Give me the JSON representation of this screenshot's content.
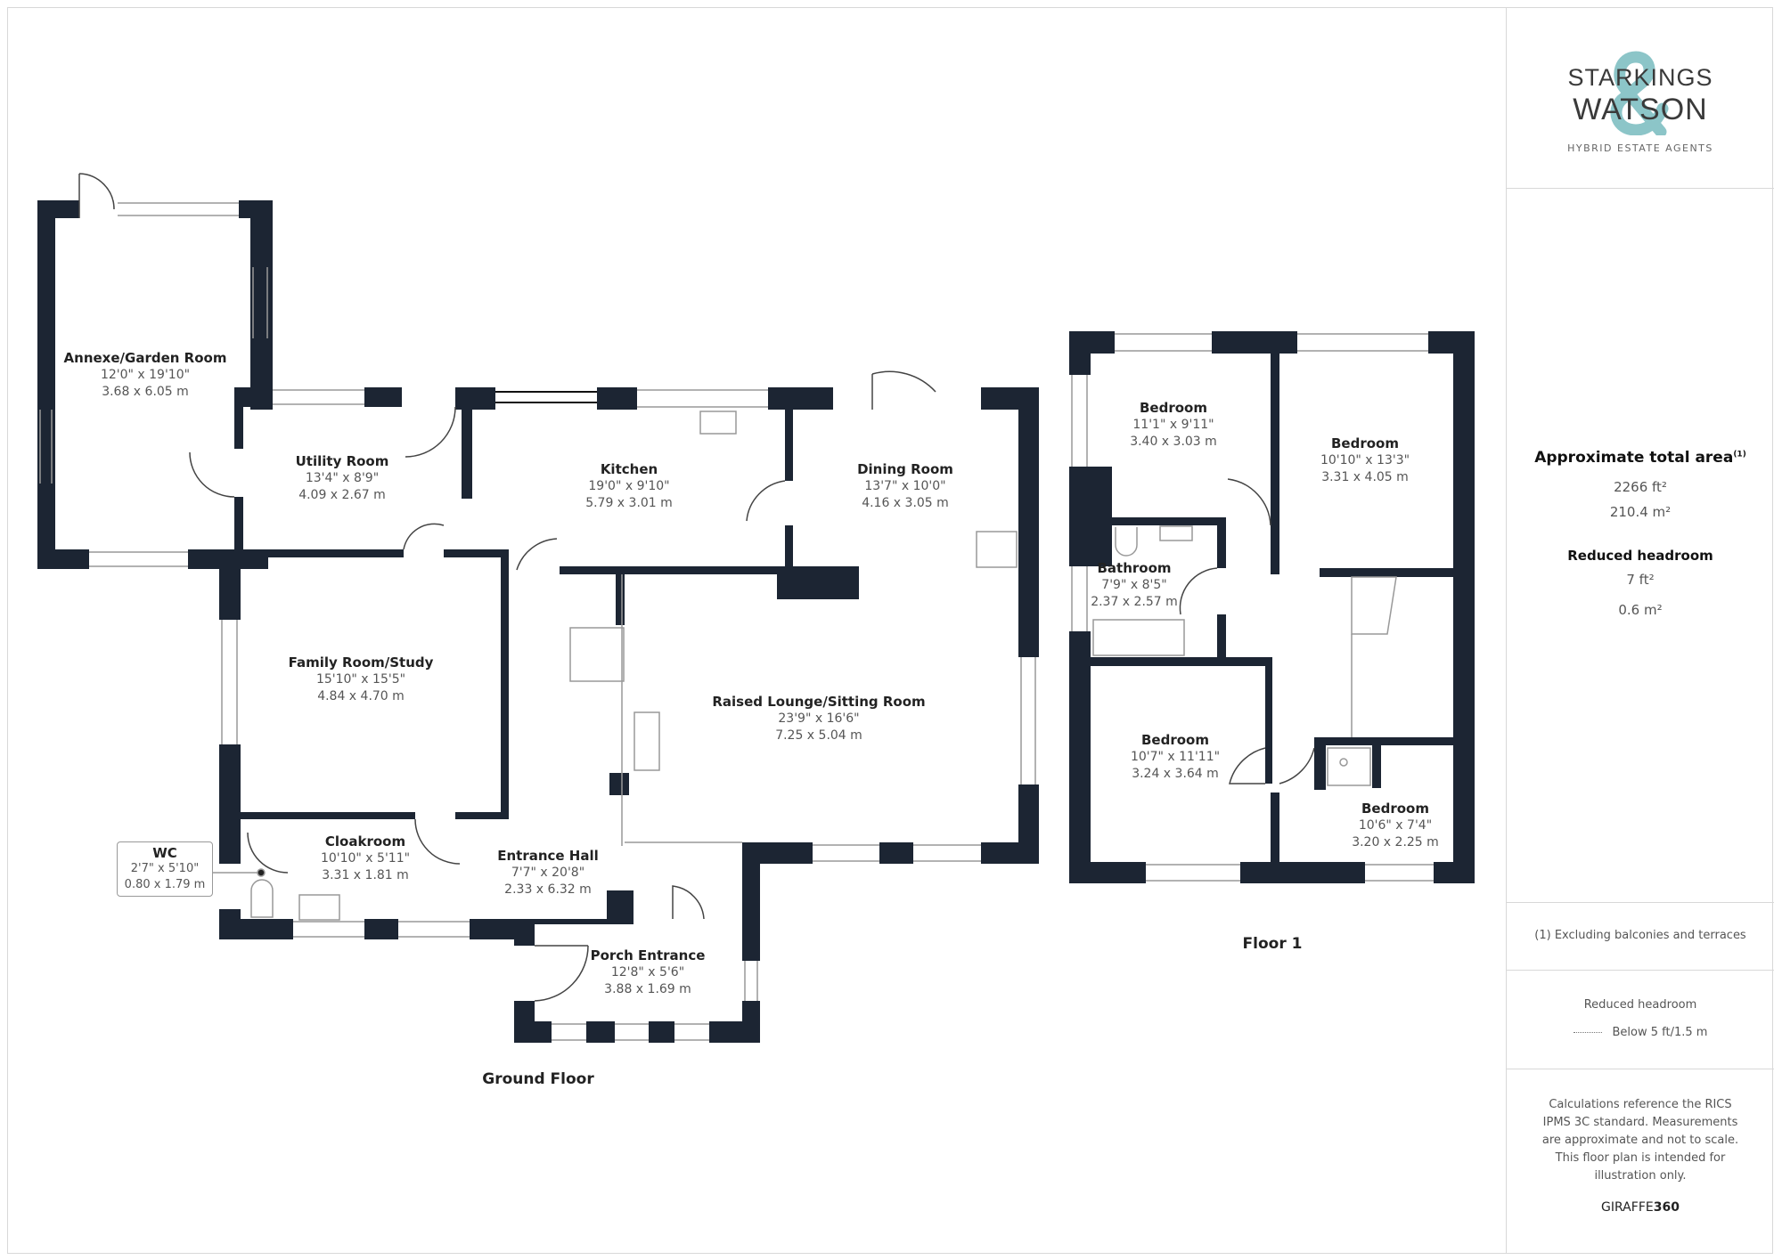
{
  "logo": {
    "line1": "STARKINGS",
    "line2": "WATSON",
    "ampersand": "&",
    "tagline": "HYBRID ESTATE AGENTS",
    "accent_color": "#8cc5c8"
  },
  "colors": {
    "wall": "#1c2533"
  },
  "ground_floor": {
    "title": "Ground Floor",
    "rooms": [
      {
        "name": "Annexe/Garden Room",
        "imperial": "12'0\" x 19'10\"",
        "metric": "3.68 x 6.05 m"
      },
      {
        "name": "Utility Room",
        "imperial": "13'4\" x 8'9\"",
        "metric": "4.09 x 2.67 m"
      },
      {
        "name": "Kitchen",
        "imperial": "19'0\" x 9'10\"",
        "metric": "5.79 x 3.01 m"
      },
      {
        "name": "Dining Room",
        "imperial": "13'7\" x 10'0\"",
        "metric": "4.16 x 3.05 m"
      },
      {
        "name": "Family Room/Study",
        "imperial": "15'10\" x 15'5\"",
        "metric": "4.84 x 4.70 m"
      },
      {
        "name": "Raised Lounge/Sitting Room",
        "imperial": "23'9\" x 16'6\"",
        "metric": "7.25 x 5.04 m"
      },
      {
        "name": "Cloakroom",
        "imperial": "10'10\" x 5'11\"",
        "metric": "3.31 x 1.81 m"
      },
      {
        "name": "Entrance Hall",
        "imperial": "7'7\" x 20'8\"",
        "metric": "2.33 x 6.32 m"
      },
      {
        "name": "Porch Entrance",
        "imperial": "12'8\" x 5'6\"",
        "metric": "3.88 x 1.69 m"
      },
      {
        "name": "WC",
        "imperial": "2'7\" x 5'10\"",
        "metric": "0.80 x 1.79 m"
      }
    ]
  },
  "floor1": {
    "title": "Floor 1",
    "rooms": [
      {
        "name": "Bedroom",
        "imperial": "11'1\" x 9'11\"",
        "metric": "3.40 x 3.03 m"
      },
      {
        "name": "Bedroom",
        "imperial": "10'10\" x 13'3\"",
        "metric": "3.31 x 4.05 m"
      },
      {
        "name": "Bathroom",
        "imperial": "7'9\" x 8'5\"",
        "metric": "2.37 x 2.57 m"
      },
      {
        "name": "Bedroom",
        "imperial": "10'7\" x 11'11\"",
        "metric": "3.24 x 3.64 m"
      },
      {
        "name": "Bedroom",
        "imperial": "10'6\" x 7'4\"",
        "metric": "3.20 x 2.25 m"
      }
    ]
  },
  "panel": {
    "area_title": "Approximate total area",
    "area_sup": "(1)",
    "area_ft": "2266 ft²",
    "area_m": "210.4 m²",
    "reduced_title": "Reduced headroom",
    "reduced_ft": "7 ft²",
    "reduced_m": "0.6 m²",
    "footnote": "(1) Excluding balconies and terraces",
    "legend_title": "Reduced headroom",
    "legend_item": "Below 5 ft/1.5 m",
    "disclaimer": "Calculations reference the RICS IPMS 3C standard. Measurements are approximate and not to scale. This floor plan is intended for illustration only.",
    "brand_a": "GIRAFFE",
    "brand_b": "360"
  }
}
